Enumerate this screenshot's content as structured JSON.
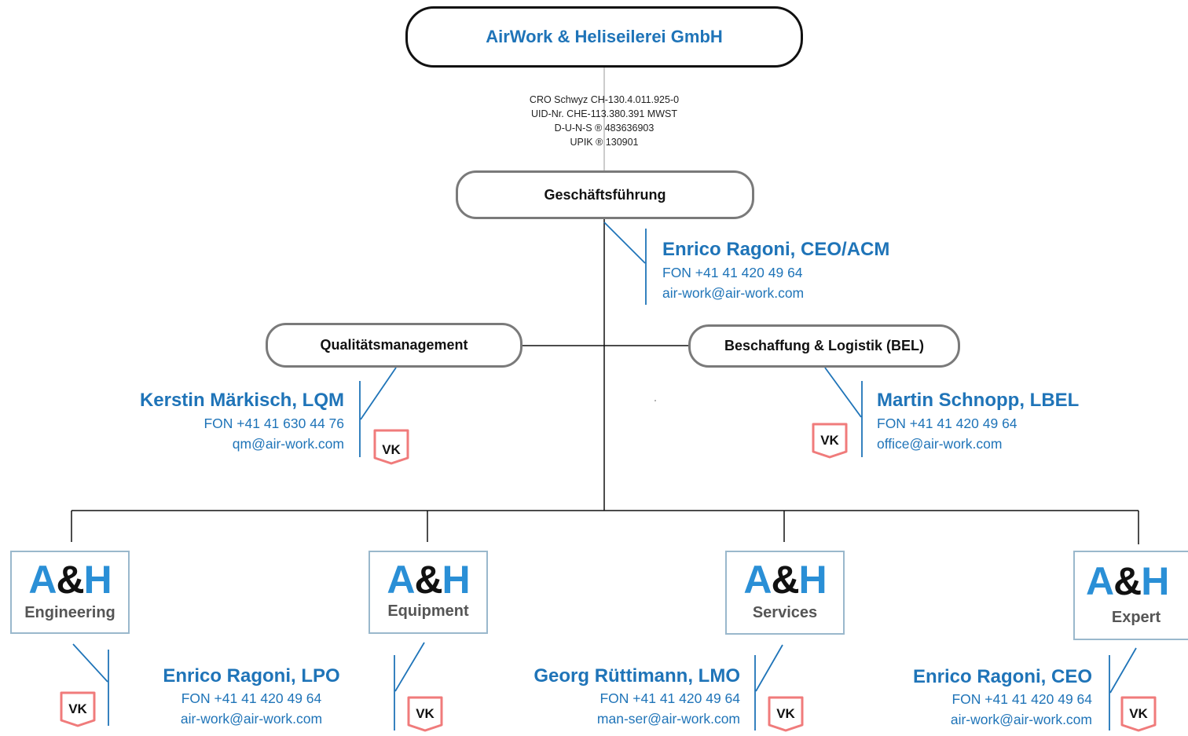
{
  "company": {
    "name": "AirWork & Heliseilerei GmbH",
    "registry": [
      "CRO Schwyz CH-130.4.011.925-0",
      "UID-Nr. CHE-113.380.391 MWST",
      "D-U-N-S ® 483636903",
      "UPIK ® 130901"
    ]
  },
  "management": {
    "label": "Geschäftsführung",
    "person": {
      "name": "Enrico Ragoni, CEO/ACM",
      "phone": "FON +41 41 420 49 64",
      "email": "air-work@air-work.com"
    }
  },
  "quality": {
    "label": "Qualitätsmanagement",
    "person": {
      "name": "Kerstin Märkisch, LQM",
      "phone": "FON +41 41 630 44 76",
      "email": "qm@air-work.com"
    },
    "badge": "VK"
  },
  "logistics": {
    "label": "Beschaffung & Logistik (BEL)",
    "person": {
      "name": "Martin Schnopp, LBEL",
      "phone": "FON +41 41 420 49 64",
      "email": "office@air-work.com"
    },
    "badge": "VK"
  },
  "divisions": [
    {
      "brand_a": "A",
      "brand_amp": "&",
      "brand_h": "H",
      "sub": "Engineering",
      "person": {
        "name": "Enrico Ragoni, LPO",
        "phone": "FON +41 41 420 49 64",
        "email": "air-work@air-work.com"
      },
      "badge": "VK"
    },
    {
      "brand_a": "A",
      "brand_amp": "&",
      "brand_h": "H",
      "sub": "Equipment",
      "person": {
        "name": "",
        "phone": "",
        "email": ""
      },
      "badge": "VK"
    },
    {
      "brand_a": "A",
      "brand_amp": "&",
      "brand_h": "H",
      "sub": "Services",
      "person": {
        "name": "Georg Rüttimann, LMO",
        "phone": "FON +41 41 420 49 64",
        "email": "man-ser@air-work.com"
      },
      "badge": "VK"
    },
    {
      "brand_a": "A",
      "brand_amp": "&",
      "brand_h": "H",
      "sub": "Expert",
      "person": {
        "name": "Enrico Ragoni, CEO",
        "phone": "FON +41 41 420 49 64",
        "email": "air-work@air-work.com"
      },
      "badge": "VK"
    }
  ],
  "colors": {
    "accent_blue": "#1f74b8",
    "logo_blue": "#2a8fd6",
    "badge_red": "#f07b7b",
    "box_gray": "#7a7a7a"
  }
}
